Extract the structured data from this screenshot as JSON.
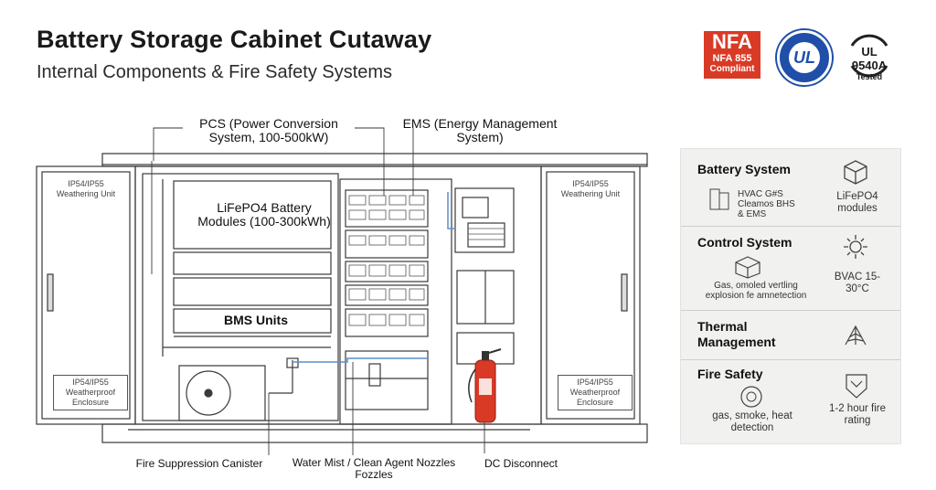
{
  "header": {
    "title": "Battery Storage Cabinet Cutaway",
    "subtitle": "Internal Components & Fire Safety Systems"
  },
  "badges": {
    "nfa": {
      "line1": "NFA",
      "line2": "NFA 855",
      "line3": "Compliant"
    },
    "ul": {
      "mark": "UL"
    },
    "ul9540a": {
      "line1": "UL 9540A",
      "line2": "Tested"
    }
  },
  "callouts": {
    "pcs": "PCS (Power Conversion System, 100-500kW)",
    "ems": "EMS (Energy Management System)",
    "battery_modules": "LiFePO4 Battery Modules (100-300kWh)",
    "bms_units": "BMS Units",
    "fire_canister": "Fire Suppression Canister",
    "nozzles": "Water Mist / Clean Agent Nozzles Fozzles",
    "dc_disconnect": "DC Disconnect"
  },
  "doors": {
    "left_top": "IP54/IP55 Weathering Unit",
    "right_top": "IP54/IP55 Weathering Unit",
    "left_bottom": "IP54/IP55 Weatherproof Enclosure",
    "right_bottom": "IP54/IP55 Weatherproof Enclosure"
  },
  "panel": {
    "battery_system": {
      "title": "Battery System",
      "sub_left": "HVAC G#S Cleamos BHS & EMS",
      "sub_right": "LiFePO4 modules"
    },
    "control_system": {
      "title": "Control System",
      "sub_left": "Gas, omoled vertling explosion fe amnetection",
      "sub_right": "BVAC 15-30°C"
    },
    "thermal": {
      "title": "Thermal Management"
    },
    "fire_safety": {
      "title": "Fire Safety",
      "sub_left": "gas, smoke, heat detection",
      "sub_right": "1-2 hour fire rating"
    }
  },
  "colors": {
    "accent_red": "#d93a26",
    "ul_blue": "#1f4fa8",
    "pipe_blue": "#5a8fc8",
    "line": "#3a3a3a",
    "panel_bg": "#f1f1ef"
  }
}
